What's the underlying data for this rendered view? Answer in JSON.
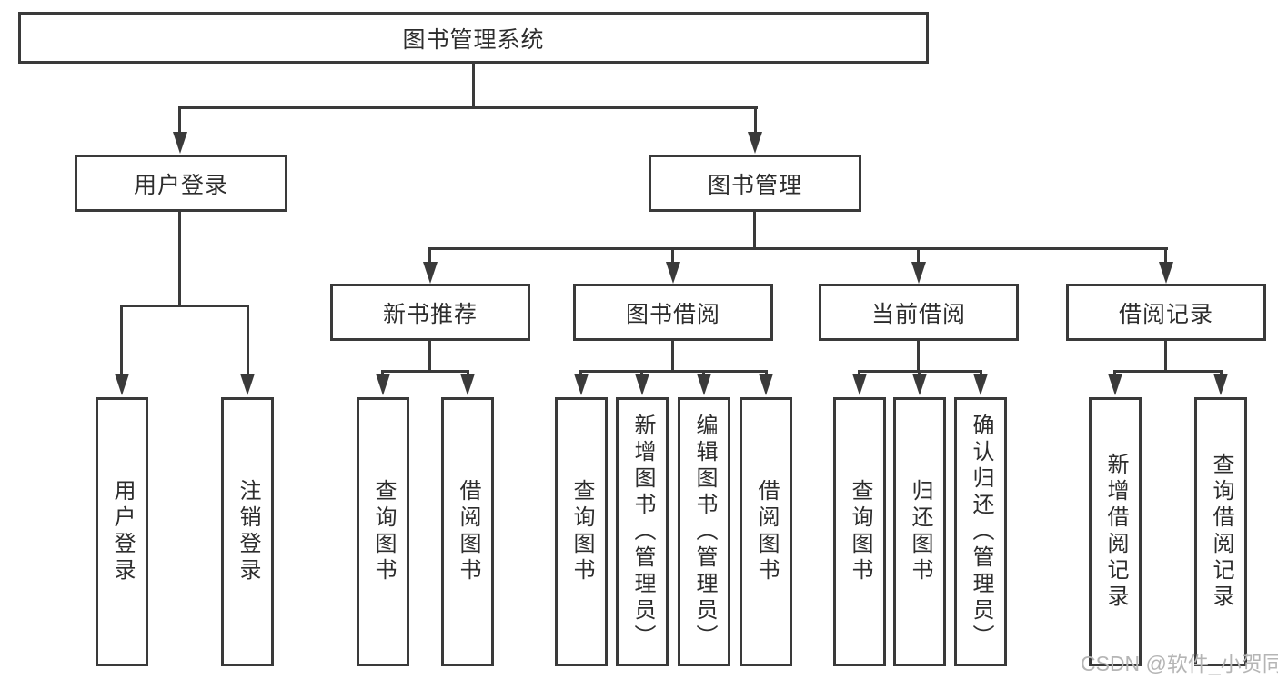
{
  "diagram": {
    "root": {
      "label": "图书管理系统"
    },
    "branches": {
      "user_login": {
        "label": "用户登录",
        "children": {
          "login": {
            "label": "用户登录"
          },
          "logout": {
            "label": "注销登录"
          }
        }
      },
      "book_management": {
        "label": "图书管理",
        "children": {
          "new_book_recommendation": {
            "label": "新书推荐",
            "children": {
              "query_books": {
                "label": "查询图书"
              },
              "borrow_books": {
                "label": "借阅图书"
              }
            }
          },
          "book_borrowing": {
            "label": "图书借阅",
            "children": {
              "query_books": {
                "label": "查询图书"
              },
              "add_books": {
                "label": "新增图书（管理员）"
              },
              "edit_books": {
                "label": "编辑图书（管理员）"
              },
              "borrow_books": {
                "label": "借阅图书"
              }
            }
          },
          "current_borrowing": {
            "label": "当前借阅",
            "children": {
              "query_books": {
                "label": "查询图书"
              },
              "return_books": {
                "label": "归还图书"
              },
              "confirm_return": {
                "label": "确认归还（管理员）"
              }
            }
          },
          "borrowing_records": {
            "label": "借阅记录",
            "children": {
              "add_record": {
                "label": "新增借阅记录"
              },
              "query_record": {
                "label": "查询借阅记录"
              }
            }
          }
        }
      }
    },
    "watermark": "CSDN @软件_小贺同学",
    "colors": {
      "line": "#3a3a3a",
      "box_border": "#3a3a3a",
      "text": "#2d2d2d",
      "watermark": "#b5b5b5",
      "background": "#ffffff"
    }
  }
}
